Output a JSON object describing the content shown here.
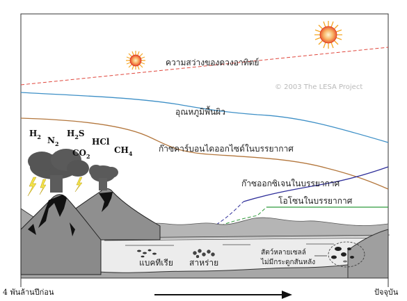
{
  "credit": "© 2003  The LESA Project",
  "curves": {
    "brightness": {
      "label": "ความสว่างของดวงอาทิตย์",
      "color": "#e0463c"
    },
    "surface_temp": {
      "label": "อุณหภูมิพื้นผิว",
      "color": "#3d8fc6"
    },
    "co2": {
      "label": "ก๊าซคาร์บอนไดออกไซด์ในบรรยากาศ",
      "color": "#b3763c"
    },
    "oxygen": {
      "label": "ก๊าซออกซิเจนในบรรยากาศ",
      "color": "#2f2f9a"
    },
    "ozone": {
      "label": "โอโซนในบรรยากาศ",
      "color": "#2f9a3a"
    }
  },
  "gases": {
    "h2": {
      "main": "H",
      "sub": "2"
    },
    "n2": {
      "main": "N",
      "sub": "2"
    },
    "h2s": {
      "main": "H",
      "sub": "2",
      "tail": "S"
    },
    "co2": {
      "main": "CO",
      "sub": "2"
    },
    "hcl": {
      "main": "HCl"
    },
    "ch4": {
      "main": "CH",
      "sub": "4"
    }
  },
  "life": {
    "bacteria": "แบคทีเรีย",
    "algae": "สาหร่าย",
    "multicell_line1": "สัตว์หลายเซลล์",
    "multicell_line2": "ไม่มีกระดูกสันหลัง"
  },
  "timeline": {
    "start": "4 พันล้านปีก่อน",
    "end": "ปัจจุบัน"
  },
  "colors": {
    "sun_core": "#f05a3c",
    "sun_ray": "#f5a623",
    "cloud": "#555555",
    "lightning": "#f2e24a",
    "mountain": "#9a9a9a",
    "water": "#ececec"
  }
}
